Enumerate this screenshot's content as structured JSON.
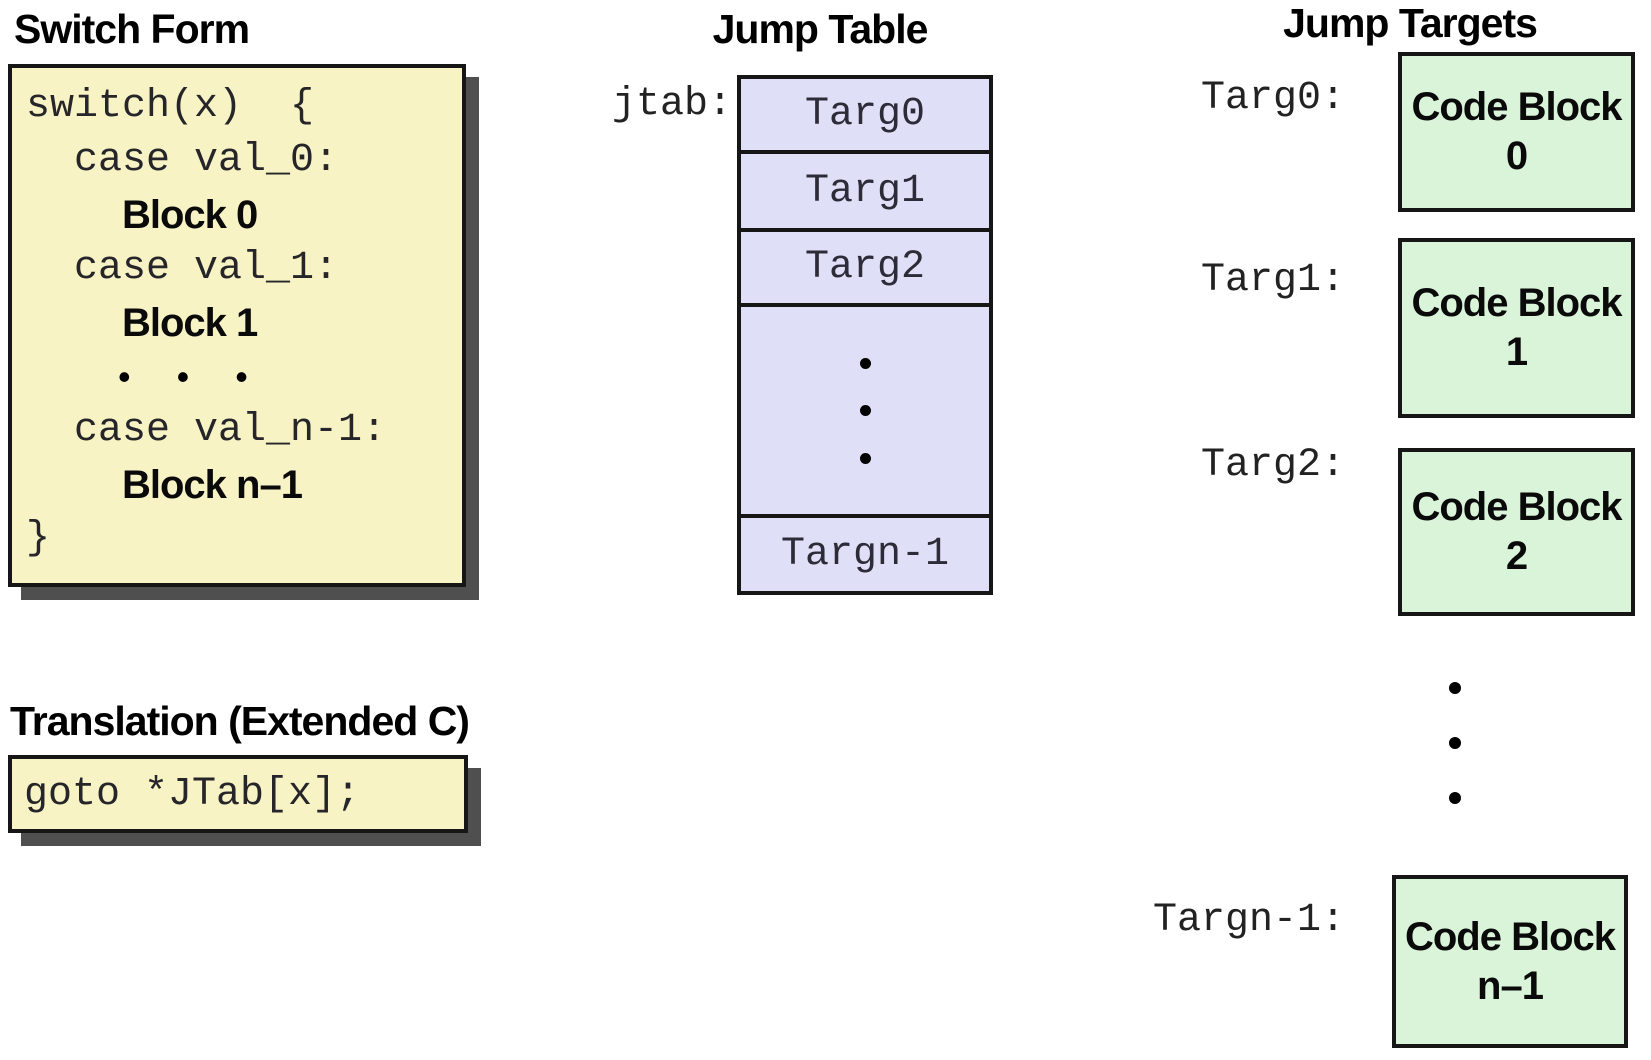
{
  "titles": {
    "switch_form": "Switch Form",
    "jump_table": "Jump Table",
    "jump_targets": "Jump Targets",
    "translation": "Translation (Extended C)"
  },
  "switch_code": {
    "lines": [
      {
        "text": "switch(x)  {",
        "kind": "mono"
      },
      {
        "text": "  case val_0:",
        "kind": "mono"
      },
      {
        "text": "Block 0",
        "kind": "sans"
      },
      {
        "text": "  case val_1:",
        "kind": "mono"
      },
      {
        "text": "Block 1",
        "kind": "sans"
      },
      {
        "text": "• • •",
        "kind": "dots"
      },
      {
        "text": "  case val_n-1:",
        "kind": "mono"
      },
      {
        "text": "Block n–1",
        "kind": "sans"
      },
      {
        "text": "}",
        "kind": "mono"
      }
    ]
  },
  "translation_code": "goto *JTab[x];",
  "jump_table": {
    "pointer_label": "jtab:",
    "cells": [
      "Targ0",
      "Targ1",
      "Targ2"
    ],
    "last_cell": "Targn-1",
    "ellipsis": "⋮"
  },
  "jump_targets": [
    {
      "label": "Targ0:",
      "line1": "Code Block",
      "line2": "0"
    },
    {
      "label": "Targ1:",
      "line1": "Code Block",
      "line2": "1"
    },
    {
      "label": "Targ2:",
      "line1": "Code Block",
      "line2": "2"
    },
    {
      "label": "Targn-1:",
      "line1": "Code Block",
      "line2": "n–1"
    }
  ],
  "icons": {
    "vertical_ellipsis": "⋮",
    "horizontal_ellipsis": "• • •"
  },
  "colors": {
    "code_box_bg": "#F8F3C4",
    "jump_table_bg": "#DFDFF7",
    "code_block_bg": "#D9F4D9",
    "border": "#161616",
    "shadow": "#4F4F4F"
  }
}
